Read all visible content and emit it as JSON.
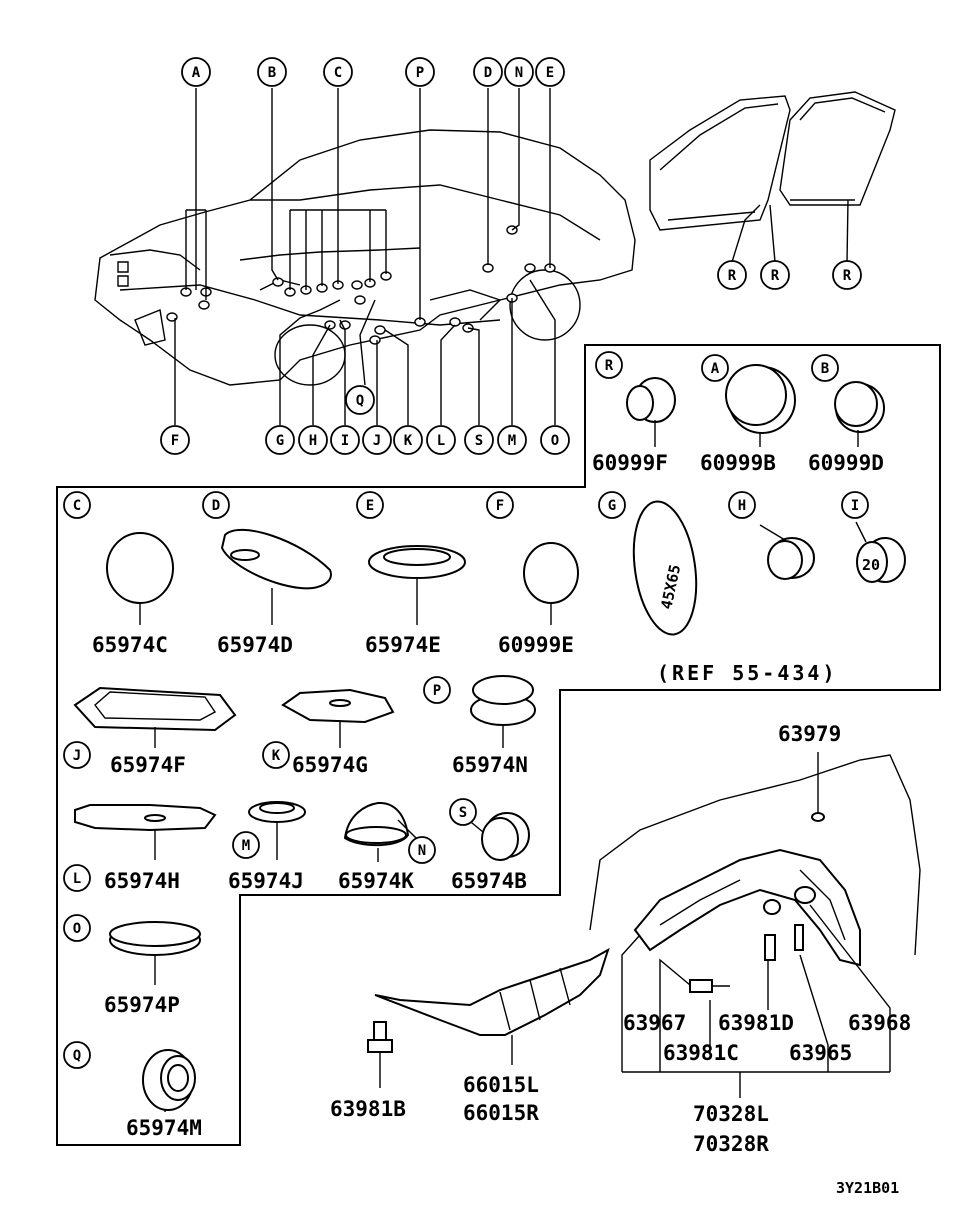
{
  "callouts": [
    {
      "letter": "A"
    },
    {
      "letter": "B"
    },
    {
      "letter": "C"
    },
    {
      "letter": "P"
    },
    {
      "letter": "D"
    },
    {
      "letter": "N"
    },
    {
      "letter": "E"
    },
    {
      "letter": "F"
    },
    {
      "letter": "G"
    },
    {
      "letter": "H"
    },
    {
      "letter": "I"
    },
    {
      "letter": "J"
    },
    {
      "letter": "K"
    },
    {
      "letter": "L"
    },
    {
      "letter": "S"
    },
    {
      "letter": "M"
    },
    {
      "letter": "O"
    },
    {
      "letter": "Q"
    },
    {
      "letter": "R"
    },
    {
      "letter": "R"
    },
    {
      "letter": "R"
    }
  ],
  "parts": [
    {
      "letter": "R",
      "number": "60999F"
    },
    {
      "letter": "A",
      "number": "60999B"
    },
    {
      "letter": "B",
      "number": "60999D"
    },
    {
      "letter": "C",
      "number": "65974C"
    },
    {
      "letter": "D",
      "number": "65974D"
    },
    {
      "letter": "E",
      "number": "65974E"
    },
    {
      "letter": "F",
      "number": "60999E"
    },
    {
      "letter": "G",
      "number": ""
    },
    {
      "letter": "H",
      "number": ""
    },
    {
      "letter": "I",
      "number": ""
    },
    {
      "letter": "J",
      "number": "65974F"
    },
    {
      "letter": "K",
      "number": "65974G"
    },
    {
      "letter": "P",
      "number": "65974N"
    },
    {
      "letter": "L",
      "number": "65974H"
    },
    {
      "letter": "M",
      "number": "65974J"
    },
    {
      "letter": "N",
      "number": "65974K"
    },
    {
      "letter": "S",
      "number": "65974B"
    },
    {
      "letter": "O",
      "number": "65974P"
    },
    {
      "letter": "Q",
      "number": "65974M"
    }
  ],
  "plug_g_text": "45X65",
  "plug_i_text": "20",
  "ref_note": "(REF 55-434)",
  "underbody": {
    "splash_shield": [
      "66015L",
      "66015R"
    ],
    "bolt": "63981B",
    "fender_clip": "63979",
    "liner_parts": [
      "63967",
      "63981D",
      "63968",
      "63981C",
      "63965"
    ],
    "liner": [
      "70328L",
      "70328R"
    ]
  },
  "diagram_code": "3Y21B01"
}
